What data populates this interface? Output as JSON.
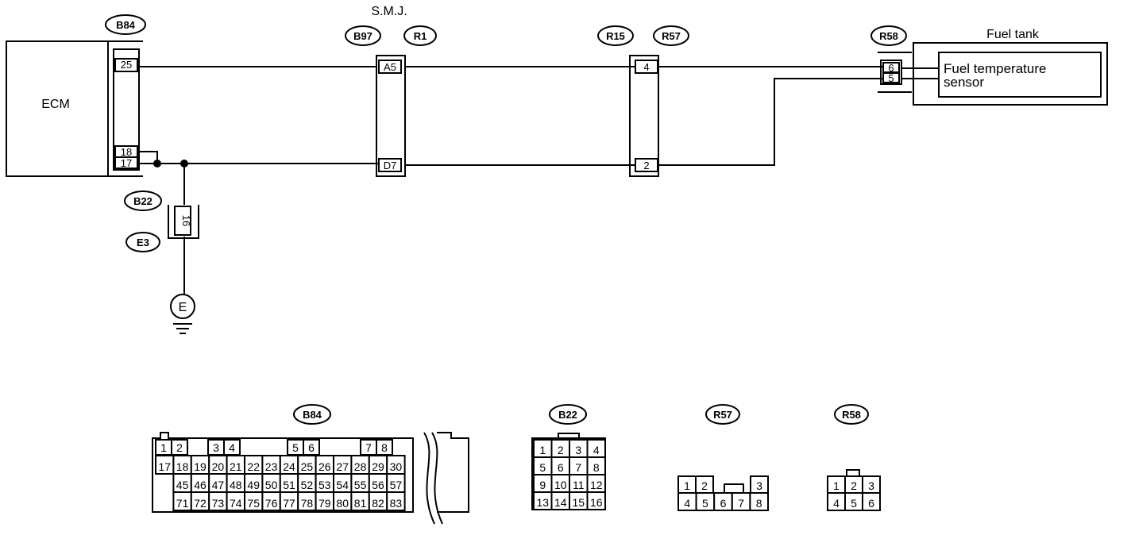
{
  "components": {
    "ecm": "ECM",
    "fuel_tank": "Fuel tank",
    "sensor_line1": "Fuel temperature",
    "sensor_line2": "sensor",
    "smj": "S.M.J.",
    "ground": "E"
  },
  "connectors": {
    "b84": "B84",
    "b97": "B97",
    "r1": "R1",
    "r15": "R15",
    "r57": "R57",
    "r58": "R58",
    "b22": "B22",
    "e3": "E3"
  },
  "pins": {
    "ecm_25": "25",
    "ecm_18": "18",
    "ecm_17": "17",
    "smj_a5": "A5",
    "smj_d7": "D7",
    "r15_4": "4",
    "r15_2": "2",
    "r58_6": "6",
    "r58_5": "5",
    "b22_16": "16"
  },
  "views": {
    "b84": {
      "label": "B84",
      "row1": [
        "1",
        "2",
        "3",
        "4",
        "5",
        "6",
        "7",
        "8"
      ],
      "row2": [
        "17",
        "18",
        "19",
        "20",
        "21",
        "22",
        "23",
        "24",
        "25",
        "26",
        "27",
        "28",
        "29",
        "30"
      ],
      "row3": [
        "45",
        "46",
        "47",
        "48",
        "49",
        "50",
        "51",
        "52",
        "53",
        "54",
        "55",
        "56",
        "57"
      ],
      "row4": [
        "71",
        "72",
        "73",
        "74",
        "75",
        "76",
        "77",
        "78",
        "79",
        "80",
        "81",
        "82",
        "83"
      ]
    },
    "b22": {
      "label": "B22",
      "rows": [
        [
          "1",
          "2",
          "3",
          "4"
        ],
        [
          "5",
          "6",
          "7",
          "8"
        ],
        [
          "9",
          "10",
          "11",
          "12"
        ],
        [
          "13",
          "14",
          "15",
          "16"
        ]
      ]
    },
    "r57": {
      "label": "R57",
      "top": [
        "1",
        "2",
        "3"
      ],
      "bottom": [
        "4",
        "5",
        "6",
        "7",
        "8"
      ]
    },
    "r58": {
      "label": "R58",
      "top": [
        "1",
        "2",
        "3"
      ],
      "bottom": [
        "4",
        "5",
        "6"
      ]
    }
  }
}
